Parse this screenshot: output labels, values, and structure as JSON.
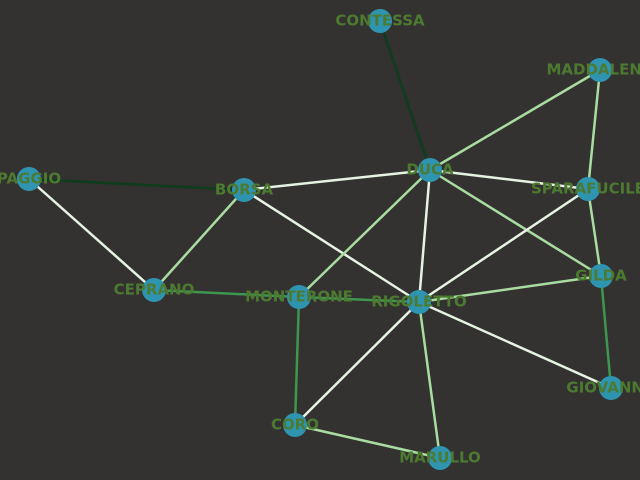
{
  "colors": {
    "background": "#333230",
    "node_fill": "#2e94b0",
    "label": "#4d7a31",
    "edge_dark": "#0d3d1c",
    "edge_mid": "#3e9650",
    "edge_light": "#a9dca0",
    "edge_pale": "#e6f2e2"
  },
  "nodes": [
    {
      "id": "CONTESSA",
      "label": "CONTESSA"
    },
    {
      "id": "MADDALENA",
      "label": "MADDALENA"
    },
    {
      "id": "DUCA",
      "label": "DUCA"
    },
    {
      "id": "PAGGIO",
      "label": "PAGGIO"
    },
    {
      "id": "BORSA",
      "label": "BORSA"
    },
    {
      "id": "SPARAFUCILE",
      "label": "SPARAFUCILE"
    },
    {
      "id": "GILDA",
      "label": "GILDA"
    },
    {
      "id": "CEPRANO",
      "label": "CEPRANO"
    },
    {
      "id": "MONTERONE",
      "label": "MONTERONE"
    },
    {
      "id": "RIGOLETTO",
      "label": "RIGOLETTO"
    },
    {
      "id": "GIOVANNA",
      "label": "GIOVANNA"
    },
    {
      "id": "CORO",
      "label": "CORO"
    },
    {
      "id": "MARULLO",
      "label": "MARULLO"
    }
  ],
  "edges": [
    {
      "source": "CONTESSA",
      "target": "DUCA",
      "shade": "dark"
    },
    {
      "source": "PAGGIO",
      "target": "BORSA",
      "shade": "dark"
    },
    {
      "source": "PAGGIO",
      "target": "CEPRANO",
      "shade": "pale"
    },
    {
      "source": "BORSA",
      "target": "DUCA",
      "shade": "pale"
    },
    {
      "source": "BORSA",
      "target": "CEPRANO",
      "shade": "light"
    },
    {
      "source": "BORSA",
      "target": "RIGOLETTO",
      "shade": "pale"
    },
    {
      "source": "DUCA",
      "target": "MADDALENA",
      "shade": "light"
    },
    {
      "source": "DUCA",
      "target": "SPARAFUCILE",
      "shade": "pale"
    },
    {
      "source": "DUCA",
      "target": "GILDA",
      "shade": "light"
    },
    {
      "source": "DUCA",
      "target": "MONTERONE",
      "shade": "light"
    },
    {
      "source": "DUCA",
      "target": "RIGOLETTO",
      "shade": "pale"
    },
    {
      "source": "MADDALENA",
      "target": "SPARAFUCILE",
      "shade": "light"
    },
    {
      "source": "SPARAFUCILE",
      "target": "GILDA",
      "shade": "light"
    },
    {
      "source": "SPARAFUCILE",
      "target": "RIGOLETTO",
      "shade": "pale"
    },
    {
      "source": "GILDA",
      "target": "RIGOLETTO",
      "shade": "light"
    },
    {
      "source": "GILDA",
      "target": "GIOVANNA",
      "shade": "mid"
    },
    {
      "source": "CEPRANO",
      "target": "MONTERONE",
      "shade": "mid"
    },
    {
      "source": "MONTERONE",
      "target": "RIGOLETTO",
      "shade": "mid"
    },
    {
      "source": "MONTERONE",
      "target": "CORO",
      "shade": "mid"
    },
    {
      "source": "RIGOLETTO",
      "target": "GIOVANNA",
      "shade": "pale"
    },
    {
      "source": "RIGOLETTO",
      "target": "CORO",
      "shade": "pale"
    },
    {
      "source": "RIGOLETTO",
      "target": "MARULLO",
      "shade": "light"
    },
    {
      "source": "CORO",
      "target": "MARULLO",
      "shade": "light"
    }
  ]
}
